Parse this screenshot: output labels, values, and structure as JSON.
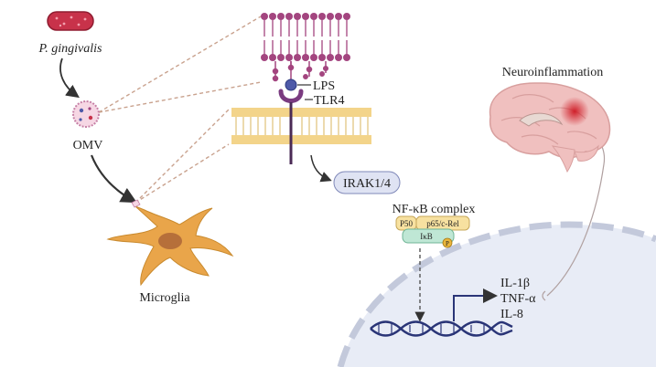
{
  "labels": {
    "bacterium": "P. gingivalis",
    "omv": "OMV",
    "microglia": "Microglia",
    "lps": "LPS",
    "tlr4": "TLR4",
    "irak": "IRAK1/4",
    "nfkb_complex": "NF-κB complex",
    "p50": "P50",
    "p65": "p65/c-Rel",
    "ikb": "IκB",
    "phospho": "P",
    "neuroinflammation": "Neuroinflammation",
    "cytokines": [
      "IL-1β",
      "TNF-α",
      "IL-8"
    ]
  },
  "colors": {
    "bacterium": "#c8324a",
    "membrane_head": "#a3457f",
    "cell_membrane": "#f3d48a",
    "tlr4": "#7a3b80",
    "lps_ball": "#4e5aa8",
    "microglia": "#e9a54a",
    "irak_fill": "#dfe3f3",
    "p50_fill": "#f7e1a0",
    "ikb_fill": "#bfe7d5",
    "phospho_fill": "#e9b53a",
    "nucleus": "#e8ecf6",
    "dna": "#2a3577",
    "brain": "#f0c0bf",
    "lesion": "#d0202a"
  }
}
